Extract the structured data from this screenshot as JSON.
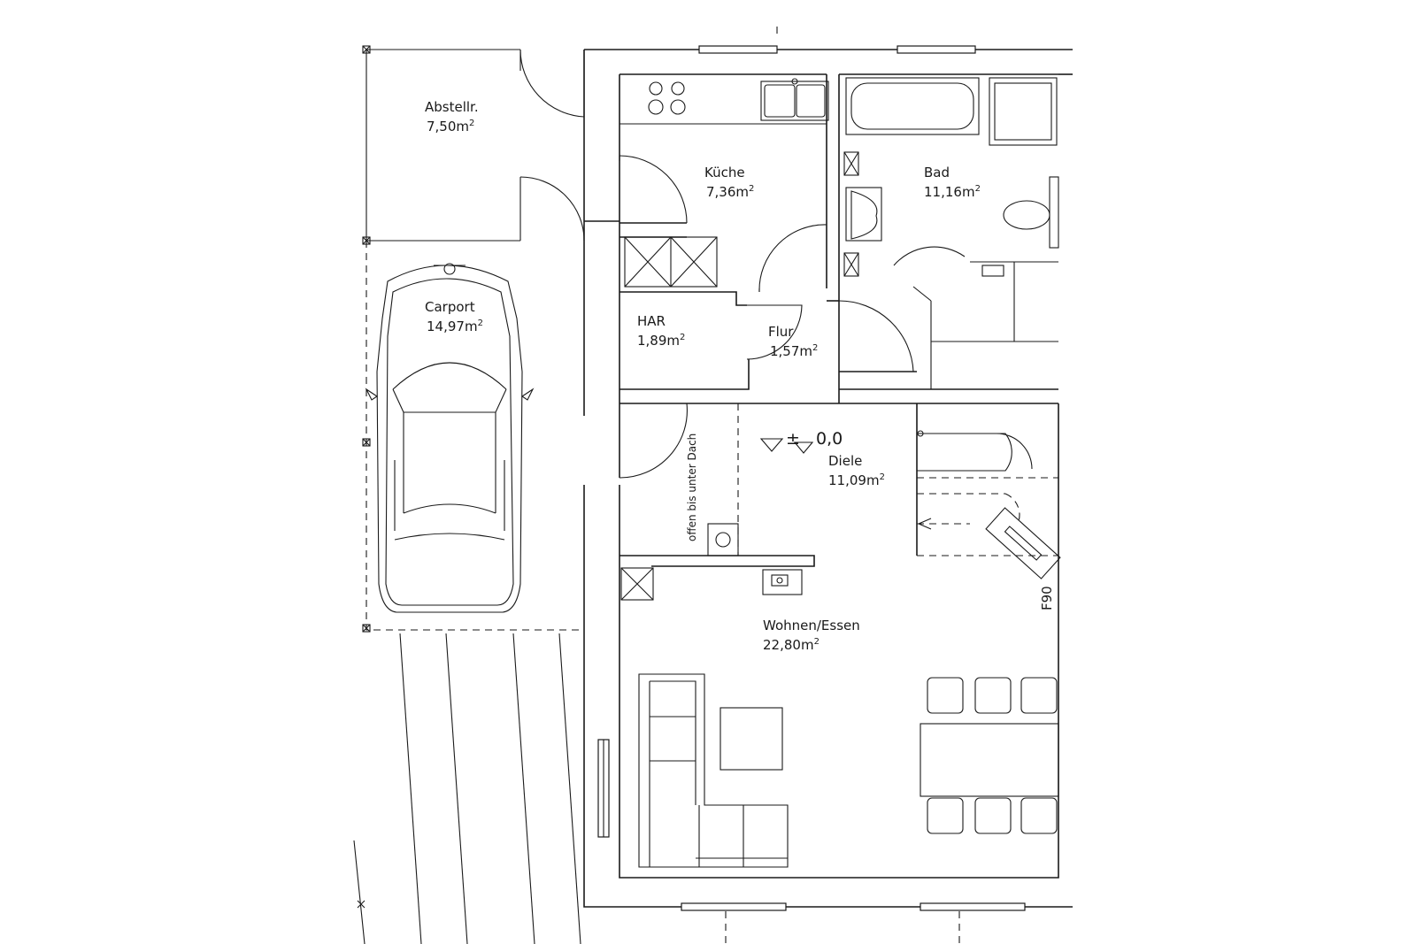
{
  "rooms": {
    "abstellraum": {
      "name": "Abstellr.",
      "area": "7,50m"
    },
    "kueche": {
      "name": "Küche",
      "area": "7,36m"
    },
    "bad": {
      "name": "Bad",
      "area": "11,16m"
    },
    "carport": {
      "name": "Carport",
      "area": "14,97m"
    },
    "har": {
      "name": "HAR",
      "area": "1,89m"
    },
    "flur": {
      "name": "Flur",
      "area": "1,57m"
    },
    "diele": {
      "name": "Diele",
      "area": "11,09m"
    },
    "wohnen": {
      "name": "Wohnen/Essen",
      "area": "22,80m"
    }
  },
  "area_unit_exponent": "2",
  "level_marker": {
    "symbol": "±",
    "value": "0,0"
  },
  "annotations": {
    "open_roof": "offen bis unter Dach",
    "fire_rating": "F90"
  }
}
